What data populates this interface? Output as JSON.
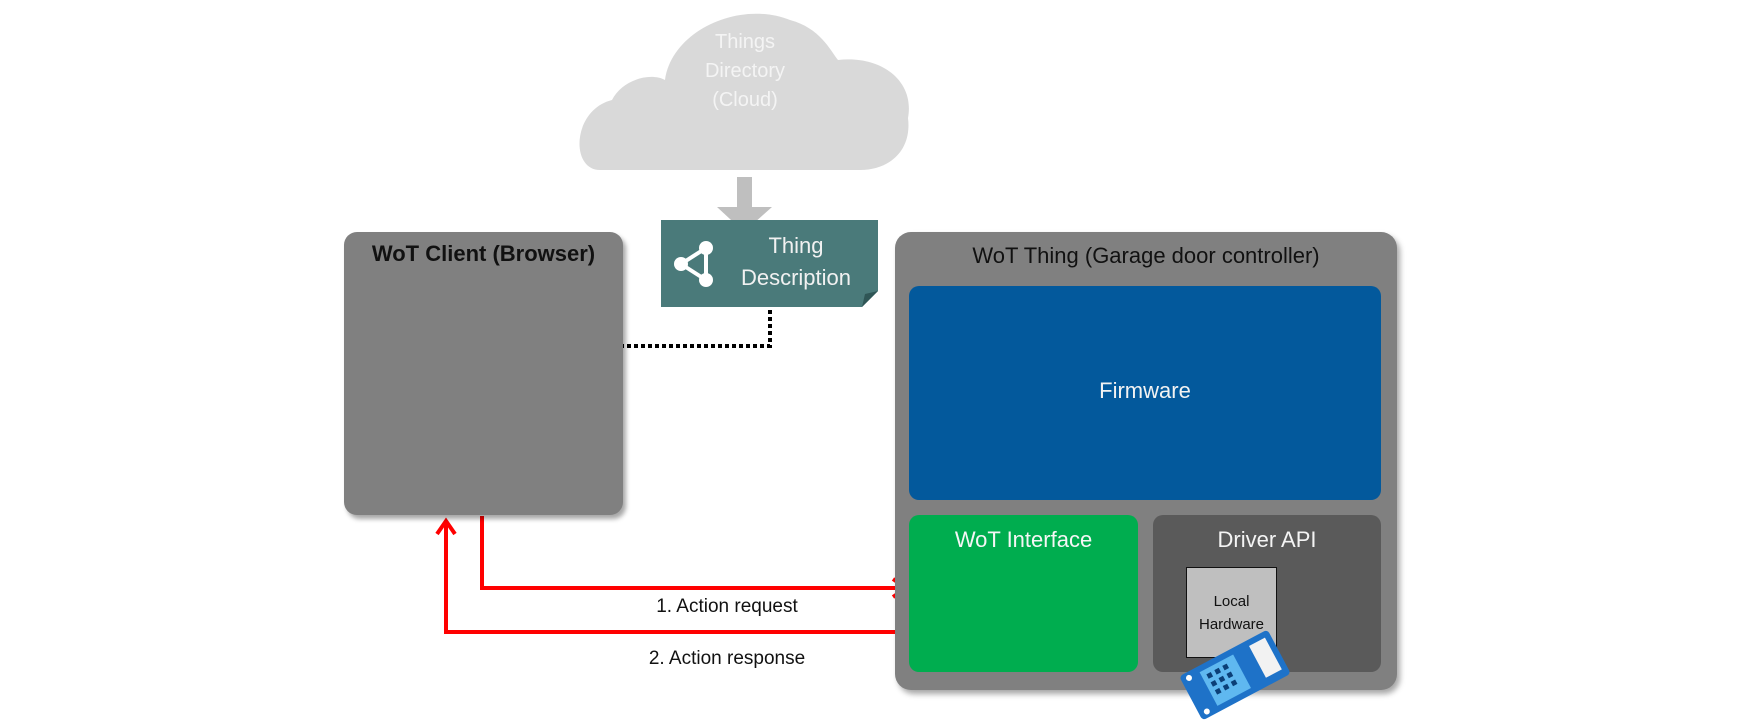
{
  "cloud": {
    "lines": [
      "Things",
      "Directory",
      "(Cloud)"
    ],
    "color": "#d9d9d9"
  },
  "thing_description": {
    "lines": [
      "Thing",
      "Description"
    ],
    "color": "#4a7a7a",
    "icon": "share-icon"
  },
  "client": {
    "title": "WoT Client (Browser)",
    "color": "#808080"
  },
  "thing": {
    "title": "WoT Thing (Garage door controller)",
    "firmware": "Firmware",
    "wot_interface": "WoT Interface",
    "driver_api": "Driver API",
    "local_hardware": [
      "Local",
      "Hardware"
    ],
    "sensor_icon": "sensor-board-icon",
    "colors": {
      "firmware": "#03599c",
      "wot_interface": "#00ad4f",
      "driver_api": "#5a5a5a"
    }
  },
  "flows": {
    "request": "1. Action request",
    "response": "2. Action response",
    "color": "#ff0000"
  }
}
